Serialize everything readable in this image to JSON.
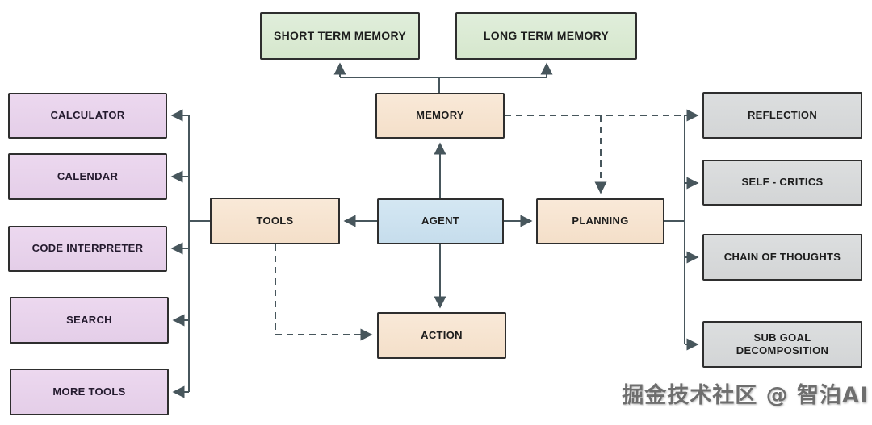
{
  "diagram": {
    "watermark": "掘金技术社区 @ 智泊AI",
    "nodes": {
      "short_term_memory": {
        "label": "SHORT TERM MEMORY",
        "color": "#dcebd4"
      },
      "long_term_memory": {
        "label": "LONG TERM MEMORY",
        "color": "#dcebd4"
      },
      "memory": {
        "label": "MEMORY",
        "color": "#f8e6d3"
      },
      "agent": {
        "label": "AGENT",
        "color": "#cde2ef"
      },
      "tools": {
        "label": "TOOLS",
        "color": "#f8e6d3"
      },
      "planning": {
        "label": "PLANNING",
        "color": "#f8e6d3"
      },
      "action": {
        "label": "ACTION",
        "color": "#f8e6d3"
      },
      "calculator": {
        "label": "CALCULATOR",
        "color": "#e9d4ec"
      },
      "calendar": {
        "label": "CALENDAR",
        "color": "#e9d4ec"
      },
      "code_interpreter": {
        "label": "CODE INTERPRETER",
        "color": "#e9d4ec"
      },
      "search": {
        "label": "SEARCH",
        "color": "#e9d4ec"
      },
      "more_tools": {
        "label": "MORE TOOLS",
        "color": "#e9d4ec"
      },
      "reflection": {
        "label": "REFLECTION",
        "color": "#d9dadb"
      },
      "self_critics": {
        "label": "SELF - CRITICS",
        "color": "#d9dadb"
      },
      "chain_of_thoughts": {
        "label": "CHAIN OF THOUGHTS",
        "color": "#d9dadb"
      },
      "sub_goal_decomposition": {
        "label": "SUB GOAL DECOMPOSITION",
        "color": "#d9dadb"
      }
    },
    "edges": {
      "solid": [
        "memory→short term memory",
        "memory→long term memory",
        "agent→memory",
        "agent→tools",
        "agent→planning",
        "agent→action",
        "tools→calculator",
        "tools→calendar",
        "tools→code interpreter",
        "tools→search",
        "tools→more tools",
        "planning→reflection",
        "planning→self critics",
        "planning→chain of thoughts",
        "planning→sub goal decomposition"
      ],
      "dashed": [
        "memory⇢planning",
        "tools⇢action"
      ]
    },
    "colors": {
      "background": "#ffffff",
      "line": "#47565c",
      "border": "#2e2e2e",
      "green": "#dcebd4",
      "peach": "#f8e6d3",
      "blue": "#cde2ef",
      "purple": "#e9d4ec",
      "gray": "#d9dadb"
    }
  }
}
